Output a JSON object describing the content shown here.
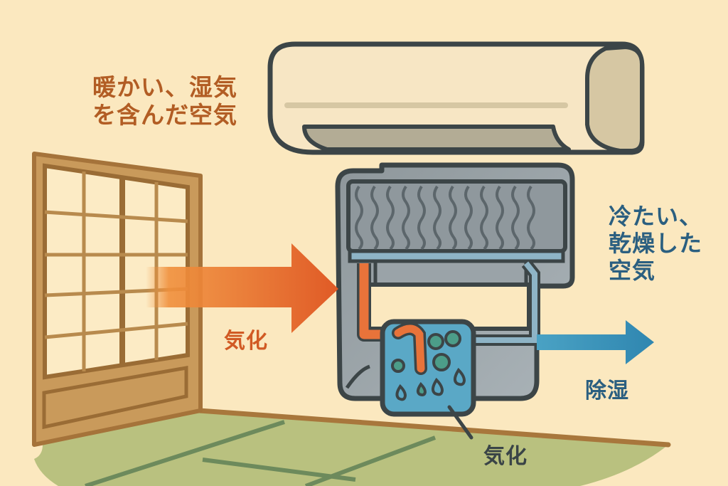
{
  "labels": {
    "warm_humid_air": [
      "暖かい、湿気",
      "を含んだ空気"
    ],
    "cool_dry_air": [
      "冷たい、",
      "乾燥した",
      "空気"
    ],
    "vaporization_left": "気化",
    "dehumidification": "除湿",
    "vaporization_bottom": "気化"
  },
  "colors": {
    "background": "#fbe8bf",
    "warm_arrow": "#e8672a",
    "cool_arrow": "#3a93b8",
    "outline": "#3c4547",
    "wood": "#c99a5b",
    "tatami": "#b9c17f",
    "water": "#5aa8c6"
  },
  "icons": [
    "air-conditioner-icon",
    "shoji-window-icon",
    "evaporator-coil-icon",
    "water-tank-icon",
    "warm-air-arrow-icon",
    "cool-air-arrow-icon"
  ]
}
